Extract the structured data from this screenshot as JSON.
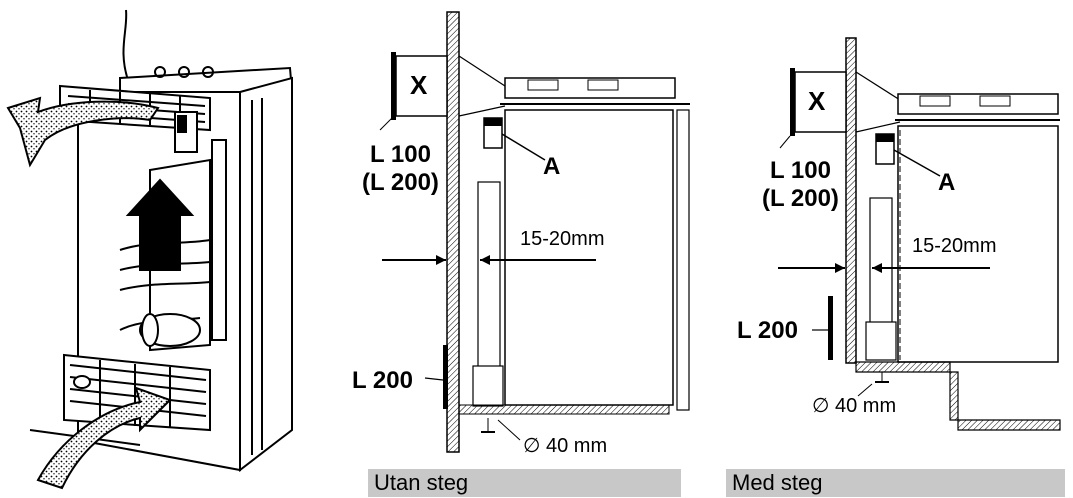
{
  "left_figure": {},
  "panel_without_step": {
    "vent_label": "L 100",
    "vent_label_alt": "(L 200)",
    "x_label": "X",
    "part_label": "A",
    "gap_label": "15-20mm",
    "lower_vent_label": "L 200",
    "hole_label": "∅ 40 mm",
    "caption": "Utan steg"
  },
  "panel_with_step": {
    "vent_label": "L 100",
    "vent_label_alt": "(L 200)",
    "x_label": "X",
    "part_label": "A",
    "gap_label": "15-20mm",
    "lower_vent_label": "L 200",
    "hole_label": "∅ 40 mm",
    "caption": "Med steg"
  }
}
